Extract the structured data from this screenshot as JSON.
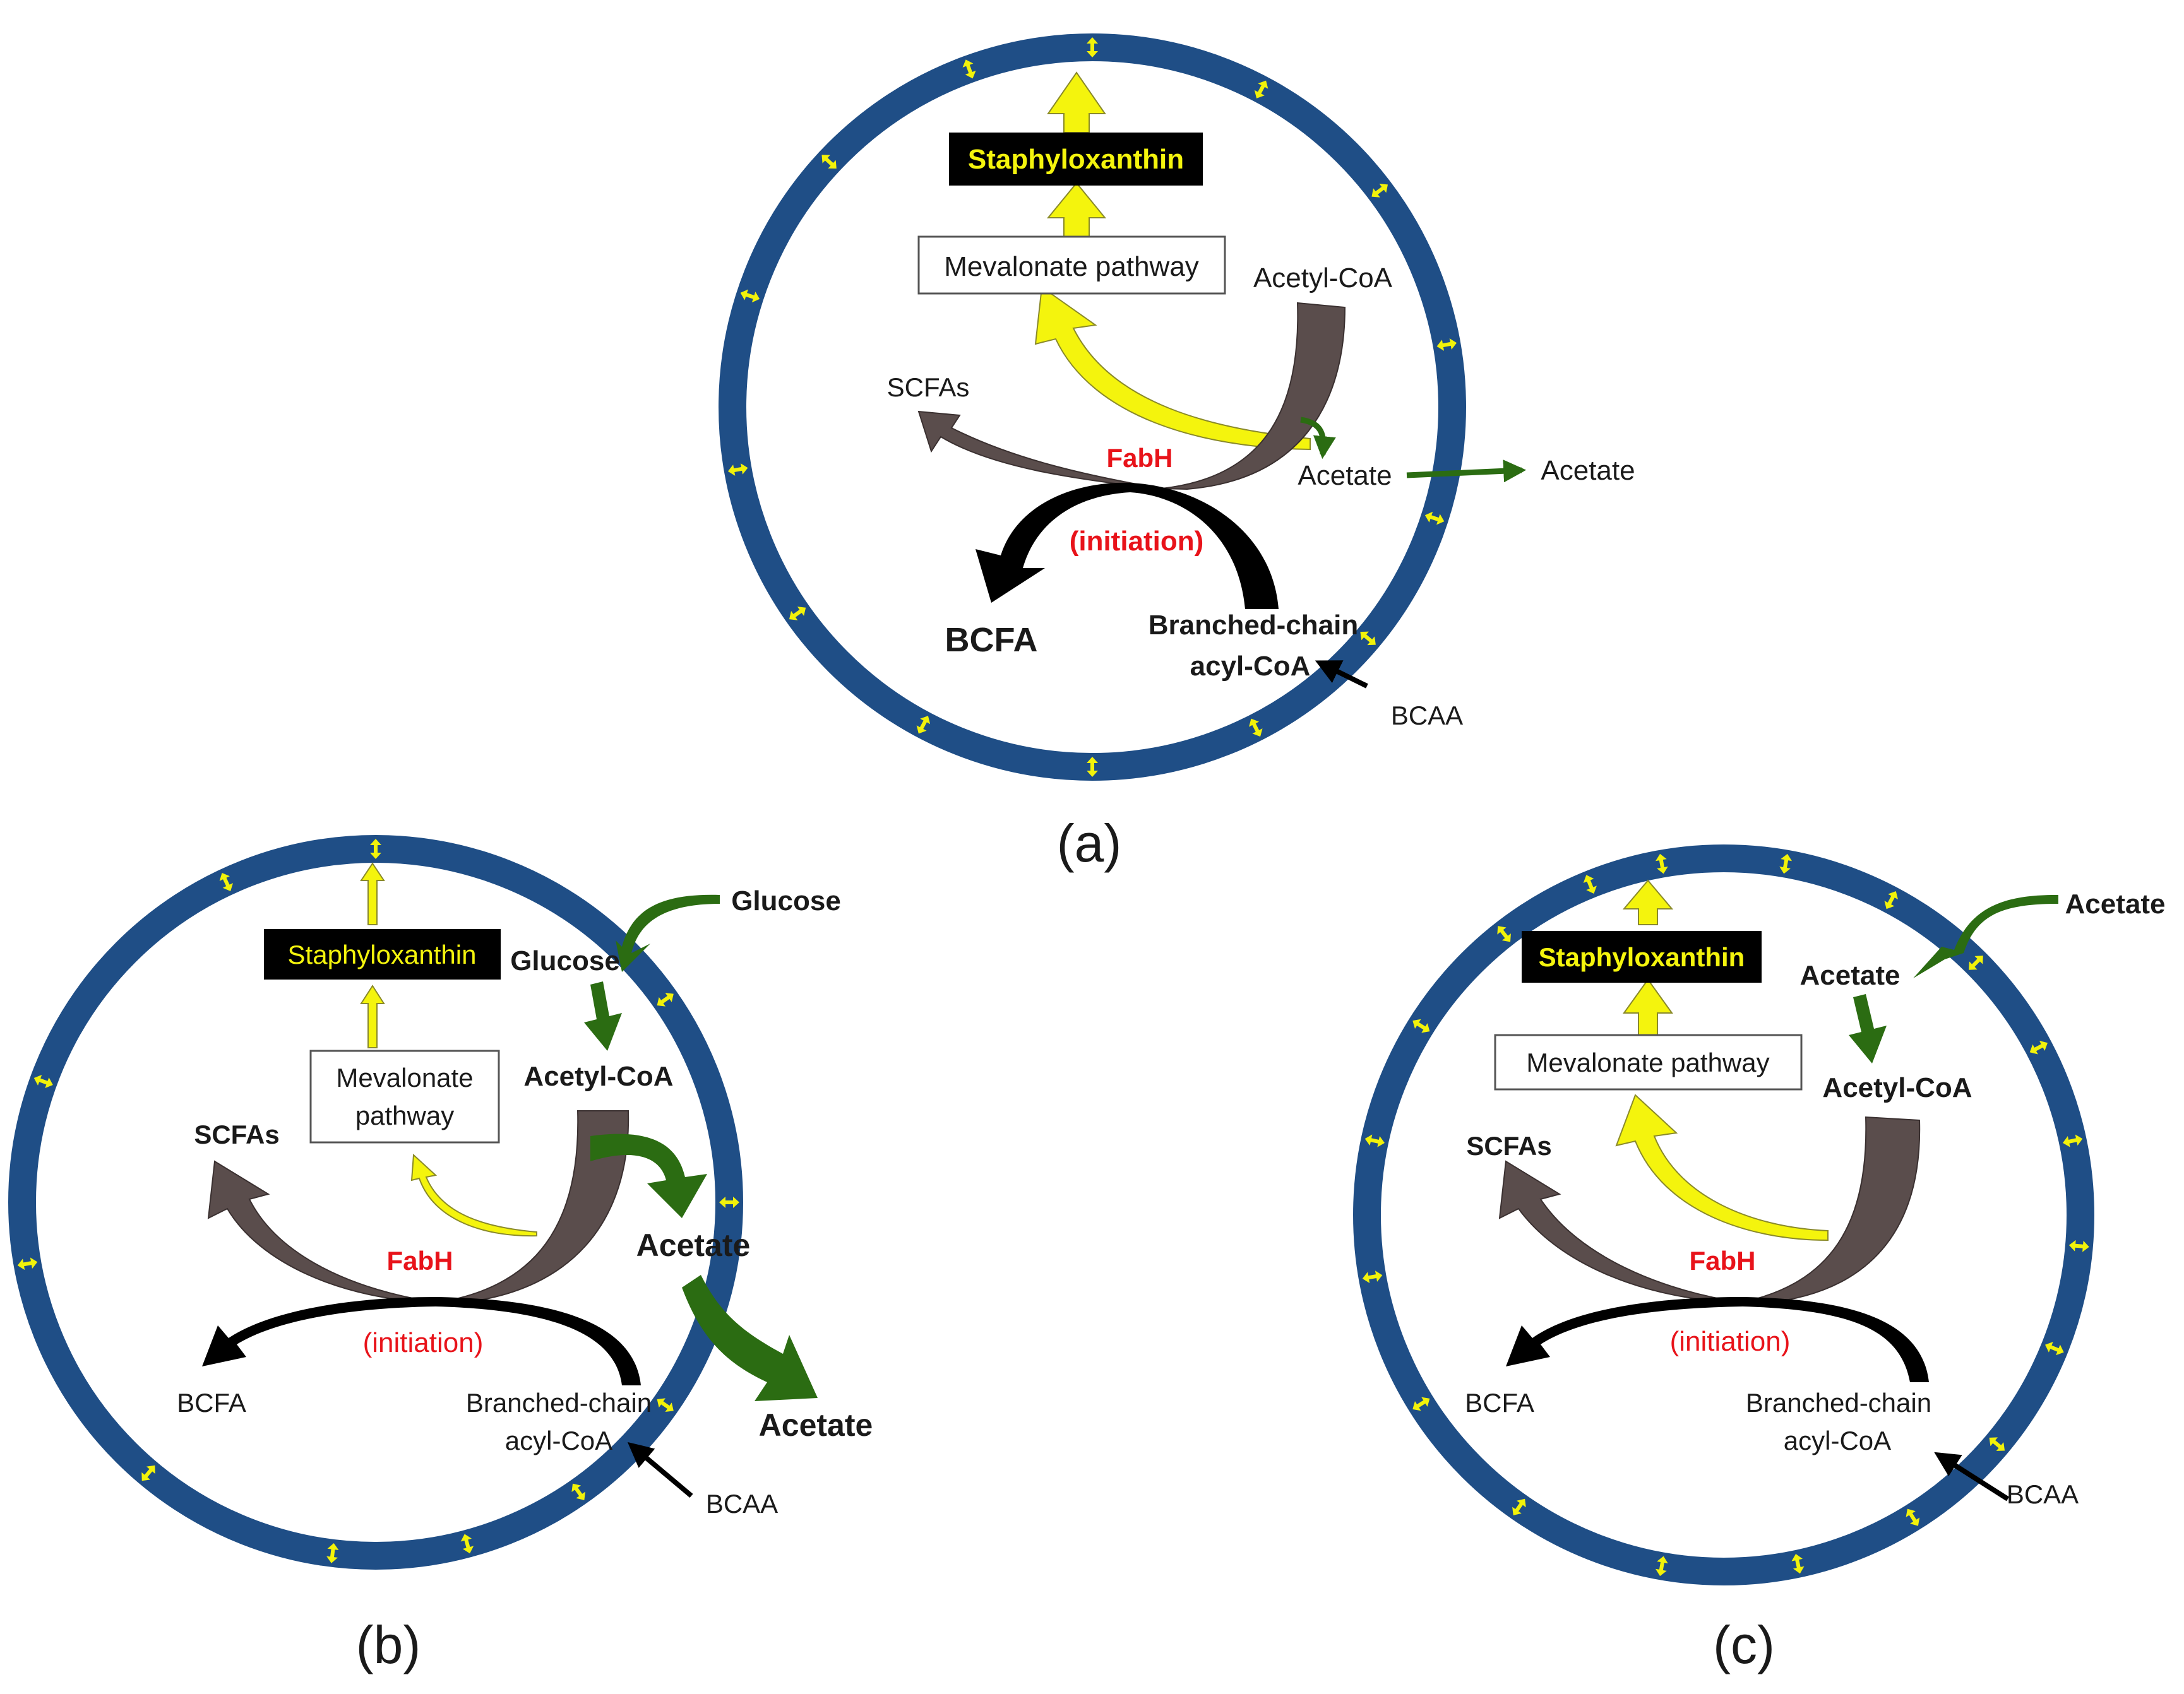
{
  "colors": {
    "membrane": "#1f4e86",
    "transporter": "#f2f20a",
    "yellow_arrow": "#f4f40d",
    "brown_arrow": "#5a4d4c",
    "green_arrow": "#2b6c12",
    "black_arrow": "#000000",
    "red_text": "#e8131a",
    "yellow_text": "#f4f40d",
    "box_black": "#000000"
  },
  "icons": {
    "transporter": "double-headed-arrow-icon"
  },
  "panels": {
    "a": {
      "caption": "(a)",
      "product": "Staphyloxanthin",
      "pathway": "Mevalonate pathway",
      "acetyl_coa": "Acetyl-CoA",
      "scfas": "SCFAs",
      "enzyme": "FabH",
      "initiation": "(initiation)",
      "acetate_in": "Acetate",
      "acetate_out": "Acetate",
      "bcfa": "BCFA",
      "branched_1": "Branched-chain",
      "branched_2": "acyl-CoA",
      "bcaa": "BCAA"
    },
    "b": {
      "caption": "(b)",
      "product": "Staphyloxanthin",
      "glucose_out": "Glucose",
      "glucose_in": "Glucose",
      "pathway_1": "Mevalonate",
      "pathway_2": "pathway",
      "acetyl_coa": "Acetyl-CoA",
      "scfas": "SCFAs",
      "enzyme": "FabH",
      "acetate_in": "Acetate",
      "acetate_out": "Acetate",
      "initiation": "(initiation)",
      "bcfa": "BCFA",
      "branched_1": "Branched-chain",
      "branched_2": "acyl-CoA",
      "bcaa": "BCAA"
    },
    "c": {
      "caption": "(c)",
      "product": "Staphyloxanthin",
      "acetate_out": "Acetate",
      "acetate_in": "Acetate",
      "pathway": "Mevalonate pathway",
      "acetyl_coa": "Acetyl-CoA",
      "scfas": "SCFAs",
      "enzyme": "FabH",
      "initiation": "(initiation)",
      "bcfa": "BCFA",
      "branched_1": "Branched-chain",
      "branched_2": "acyl-CoA",
      "bcaa": "BCAA"
    }
  }
}
